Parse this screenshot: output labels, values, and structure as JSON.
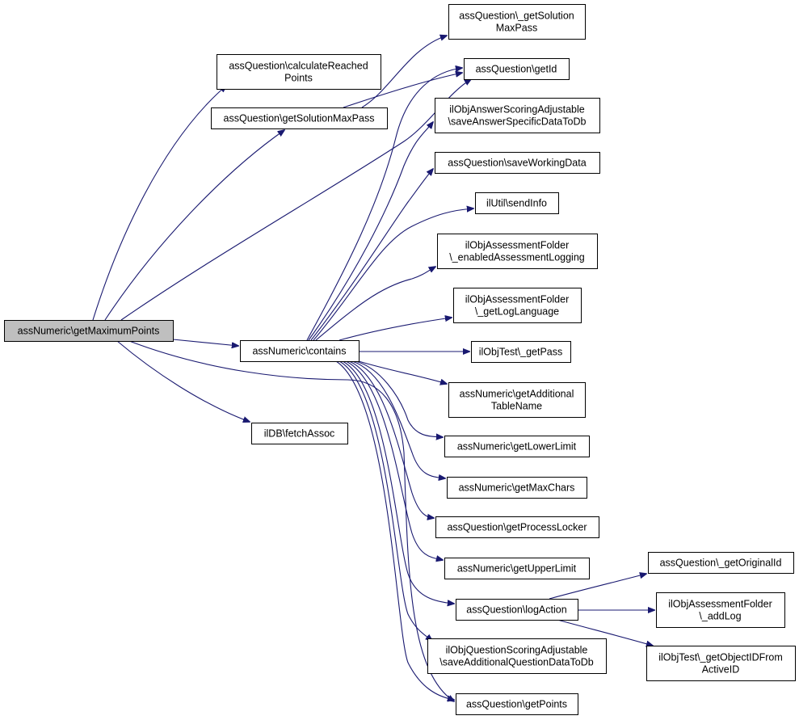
{
  "colors": {
    "edge": "#191970",
    "root_fill": "#bfbfbf",
    "node_fill": "#ffffff",
    "node_border": "#000000"
  },
  "nodes": {
    "root": {
      "lines": [
        "assNumeric\\getMaximumPoints"
      ]
    },
    "calculateReachedPoints": {
      "lines": [
        "assQuestion\\calculateReached",
        "Points"
      ]
    },
    "getSolutionMaxPass": {
      "lines": [
        "assQuestion\\getSolutionMaxPass"
      ]
    },
    "contains": {
      "lines": [
        "assNumeric\\contains"
      ]
    },
    "fetchAssoc": {
      "lines": [
        "ilDB\\fetchAssoc"
      ]
    },
    "_getSolutionMaxPass": {
      "lines": [
        "assQuestion\\_getSolution",
        "MaxPass"
      ]
    },
    "getId": {
      "lines": [
        "assQuestion\\getId"
      ]
    },
    "saveAnswerSpecificDataToDb": {
      "lines": [
        "ilObjAnswerScoringAdjustable",
        "\\saveAnswerSpecificDataToDb"
      ]
    },
    "saveWorkingData": {
      "lines": [
        "assQuestion\\saveWorkingData"
      ]
    },
    "sendInfo": {
      "lines": [
        "ilUtil\\sendInfo"
      ]
    },
    "_enabledAssessmentLogging": {
      "lines": [
        "ilObjAssessmentFolder",
        "\\_enabledAssessmentLogging"
      ]
    },
    "_getLogLanguage": {
      "lines": [
        "ilObjAssessmentFolder",
        "\\_getLogLanguage"
      ]
    },
    "_getPass": {
      "lines": [
        "ilObjTest\\_getPass"
      ]
    },
    "getAdditionalTableName": {
      "lines": [
        "assNumeric\\getAdditional",
        "TableName"
      ]
    },
    "getLowerLimit": {
      "lines": [
        "assNumeric\\getLowerLimit"
      ]
    },
    "getMaxChars": {
      "lines": [
        "assNumeric\\getMaxChars"
      ]
    },
    "getProcessLocker": {
      "lines": [
        "assQuestion\\getProcessLocker"
      ]
    },
    "getUpperLimit": {
      "lines": [
        "assNumeric\\getUpperLimit"
      ]
    },
    "logAction": {
      "lines": [
        "assQuestion\\logAction"
      ]
    },
    "saveAdditionalQuestionDataToDb": {
      "lines": [
        "ilObjQuestionScoringAdjustable",
        "\\saveAdditionalQuestionDataToDb"
      ]
    },
    "getPoints": {
      "lines": [
        "assQuestion\\getPoints"
      ]
    },
    "_getOriginalId": {
      "lines": [
        "assQuestion\\_getOriginalId"
      ]
    },
    "_addLog": {
      "lines": [
        "ilObjAssessmentFolder",
        "\\_addLog"
      ]
    },
    "_getObjectIDFromActiveID": {
      "lines": [
        "ilObjTest\\_getObjectIDFrom",
        "ActiveID"
      ]
    }
  },
  "edges": [
    {
      "from": "root",
      "to": "calculateReachedPoints"
    },
    {
      "from": "root",
      "to": "getSolutionMaxPass"
    },
    {
      "from": "root",
      "to": "getId"
    },
    {
      "from": "root",
      "to": "contains"
    },
    {
      "from": "root",
      "to": "fetchAssoc"
    },
    {
      "from": "root",
      "to": "getPoints"
    },
    {
      "from": "getSolutionMaxPass",
      "to": "_getSolutionMaxPass"
    },
    {
      "from": "getSolutionMaxPass",
      "to": "getId"
    },
    {
      "from": "contains",
      "to": "getId"
    },
    {
      "from": "contains",
      "to": "saveAnswerSpecificDataToDb"
    },
    {
      "from": "contains",
      "to": "saveWorkingData"
    },
    {
      "from": "contains",
      "to": "sendInfo"
    },
    {
      "from": "contains",
      "to": "_enabledAssessmentLogging"
    },
    {
      "from": "contains",
      "to": "_getLogLanguage"
    },
    {
      "from": "contains",
      "to": "_getPass"
    },
    {
      "from": "contains",
      "to": "getAdditionalTableName"
    },
    {
      "from": "contains",
      "to": "getLowerLimit"
    },
    {
      "from": "contains",
      "to": "getMaxChars"
    },
    {
      "from": "contains",
      "to": "getProcessLocker"
    },
    {
      "from": "contains",
      "to": "getUpperLimit"
    },
    {
      "from": "contains",
      "to": "logAction"
    },
    {
      "from": "contains",
      "to": "saveAdditionalQuestionDataToDb"
    },
    {
      "from": "contains",
      "to": "getPoints"
    },
    {
      "from": "logAction",
      "to": "_getOriginalId"
    },
    {
      "from": "logAction",
      "to": "_addLog"
    },
    {
      "from": "logAction",
      "to": "_getObjectIDFromActiveID"
    }
  ]
}
